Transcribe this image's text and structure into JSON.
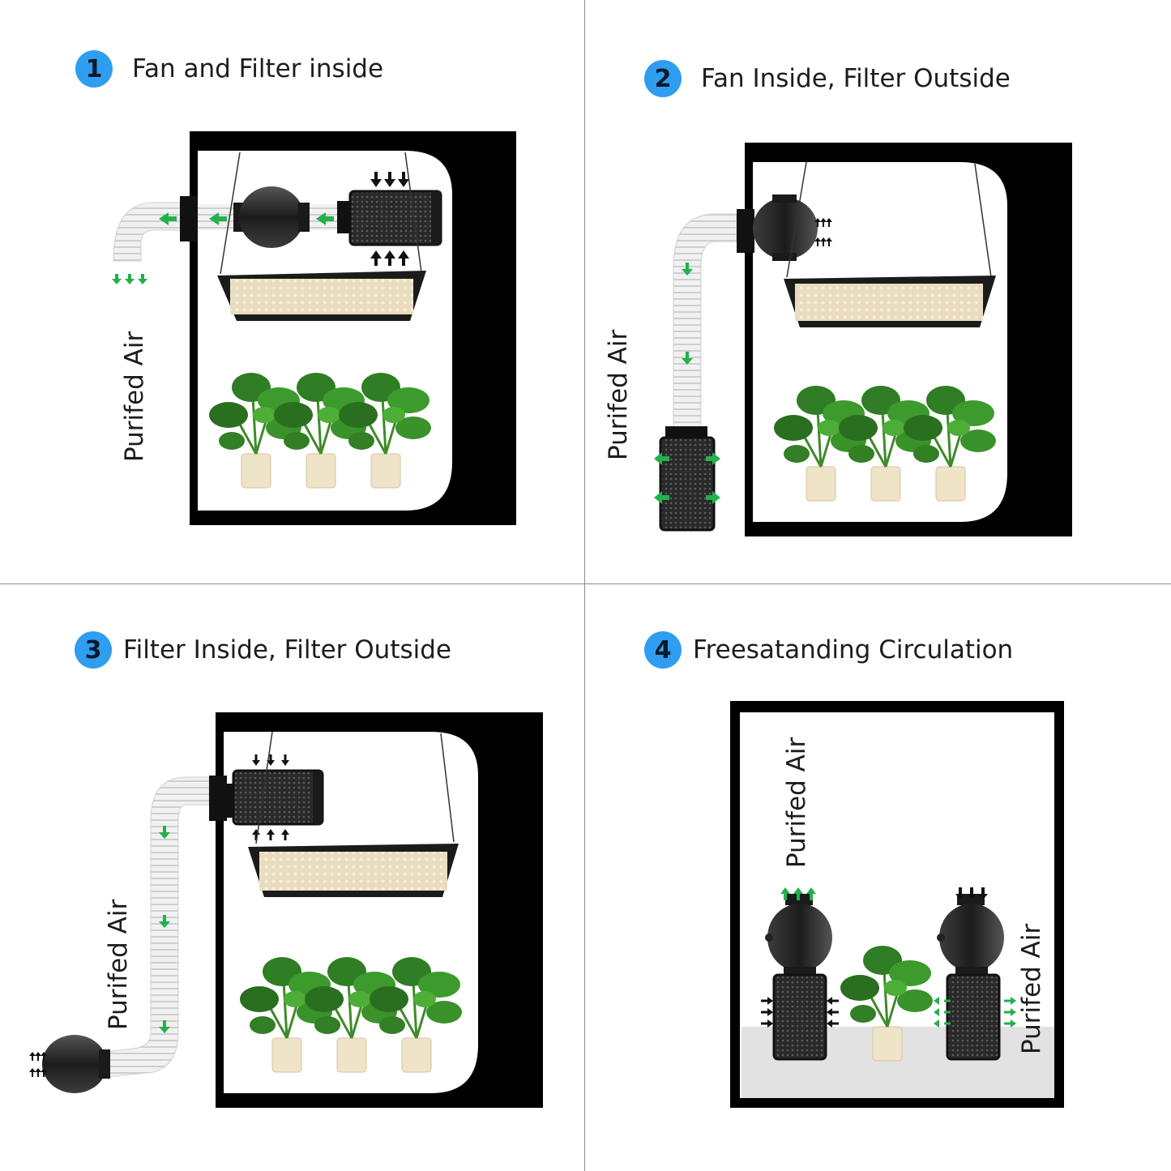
{
  "colors": {
    "badge": "#2f9df0",
    "arrow_green": "#22b14c",
    "arrow_black": "#111111",
    "tent": "#000000",
    "divider": "#8a8a8a"
  },
  "panels": [
    {
      "number": "1",
      "title": "Fan and Filter inside",
      "label": "Purifed Air"
    },
    {
      "number": "2",
      "title": "Fan Inside, Filter Outside",
      "label": "Purifed Air"
    },
    {
      "number": "3",
      "title": "Filter Inside, Filter Outside",
      "label": "Purifed Air"
    },
    {
      "number": "4",
      "title": "Freesatanding Circulation",
      "label_left": "Purifed Air",
      "label_right": "Purifed Air"
    }
  ],
  "icons": [
    "grow-tent-icon",
    "inline-fan-icon",
    "carbon-filter-icon",
    "grow-light-icon",
    "monstera-plant-icon",
    "duct-hose-icon",
    "airflow-arrow-icon"
  ]
}
